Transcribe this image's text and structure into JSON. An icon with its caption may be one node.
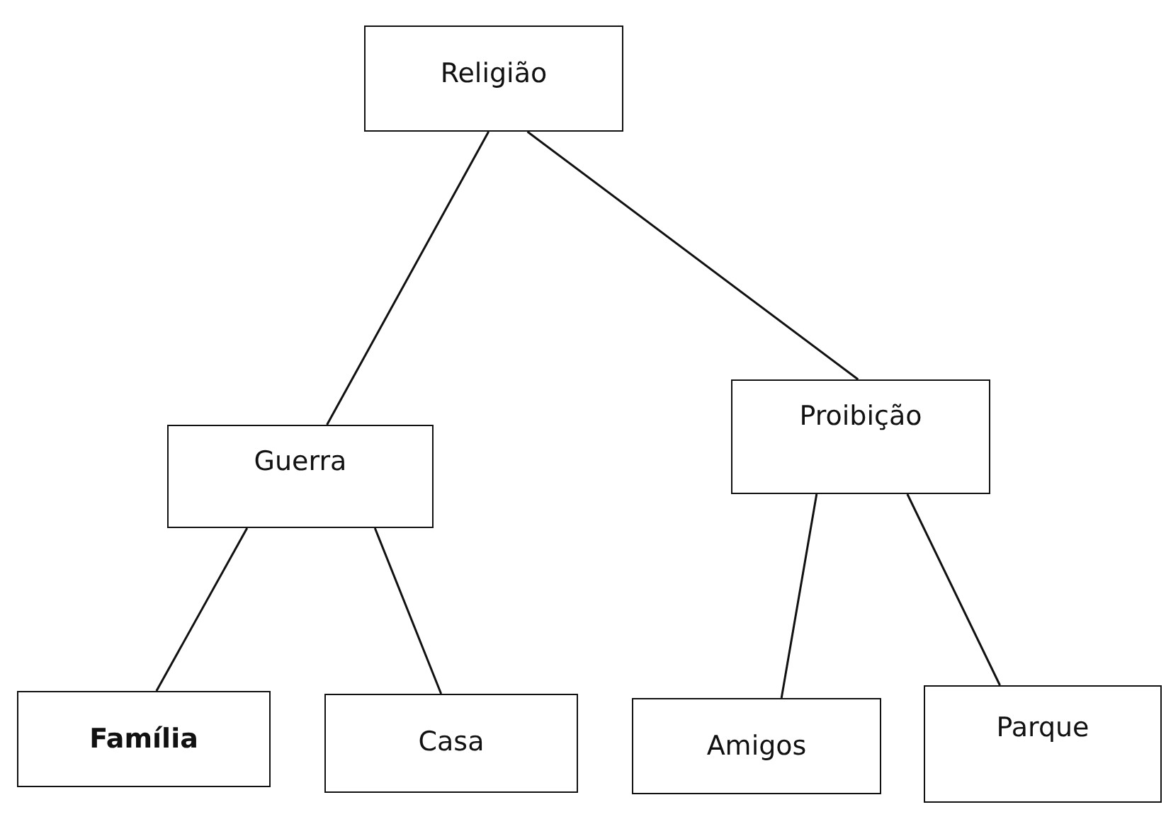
{
  "diagram": {
    "nodes": [
      {
        "text": [
          "Religião"
        ]
      },
      {
        "text": [
          "Guerra"
        ]
      },
      {
        "text": [
          "Proibição"
        ]
      },
      {
        "text": [
          "Família"
        ]
      },
      {
        "text": [
          "Casa"
        ]
      },
      {
        "text": [
          "Amigos"
        ]
      },
      {
        "text": [
          "Parque"
        ]
      }
    ],
    "edges": [
      {
        "from": 0,
        "to": 1,
        "arrow": "none"
      },
      {
        "from": 0,
        "to": 2,
        "arrow": "none"
      },
      {
        "from": 1,
        "to": 3,
        "arrow": "none"
      },
      {
        "from": 1,
        "to": 4,
        "arrow": "none"
      },
      {
        "from": 2,
        "to": 5,
        "arrow": "none"
      },
      {
        "from": 2,
        "to": 6,
        "arrow": "none"
      }
    ]
  }
}
